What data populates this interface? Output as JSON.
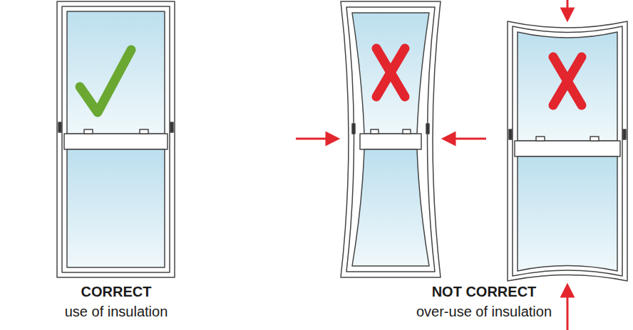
{
  "diagram": {
    "labels": [
      "CORRECT",
      "use of insulation",
      "NOT CORRECT",
      "over-use of insulation"
    ]
  }
}
